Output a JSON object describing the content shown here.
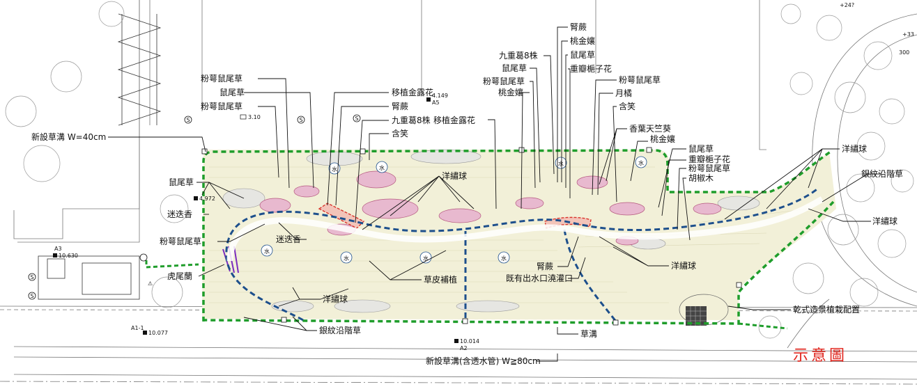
{
  "title_mark": "示意圖",
  "colors": {
    "green_edge": "#1f9d2b",
    "blue_path": "#1d4f8c",
    "lawn": "#f2f0d8",
    "shrub_pink": "#e8b9cf",
    "red_bed": "#d9342b",
    "purple": "#7b2cbf",
    "seal_red": "#e0231b"
  },
  "labels": {
    "l_fenwei1": "粉萼鼠尾草",
    "l_shuwei1": "鼠尾草",
    "l_fenwei2": "粉萼鼠尾草",
    "l_new_ditch": "新設草溝 W=40cm",
    "l_shuwei_left": "鼠尾草",
    "l_midiexiang1": "迷迭香",
    "l_fenwei_left": "粉萼鼠尾草",
    "l_midiexiang2": "迷迭香",
    "l_huweilan": "虎尾蘭",
    "l_caopi": "草皮補植",
    "l_yangxiu_bottom": "洋繡球",
    "l_yinwen_bottom": "銀紋沿階草",
    "l_yizhi1": "移植金露花",
    "l_shenjue_top": "腎蕨",
    "l_jiuchong_left": "九重葛8株",
    "l_yizhi2": "移植金露花",
    "l_hanxiao1": "含笑",
    "l_jiuchong_top": "九重葛8株",
    "l_shuwei_top": "鼠尾草",
    "l_fenwei_top": "粉萼鼠尾草",
    "l_taojinniang_top": "桃金孃",
    "l_shenjue_r": "腎蕨",
    "l_taojinniang_r": "桃金孃",
    "l_shuwei_r": "鼠尾草",
    "l_chongban_r": "重瓣梔子花",
    "l_fenwei_r": "粉萼鼠尾草",
    "l_yueju": "月橘",
    "l_hanxiao2": "含笑",
    "l_yangxiu_mid": "洋繡球",
    "l_xiangye": "香葉天竺葵",
    "l_taojinniang2": "桃金孃",
    "l_shuwei_r2": "鼠尾草",
    "l_chongban2": "重瓣梔子花",
    "l_fenwei_r2": "粉萼鼠尾草",
    "l_hujiaomu": "胡椒木",
    "l_yangxiu_r1": "洋繡球",
    "l_yinwen_r": "銀紋沿階草",
    "l_yangxiu_r2": "洋繡球",
    "l_yangxiu_r3": "洋繡球",
    "l_shenjue_low": "腎蕨",
    "l_outlet": "既有出水口澆灌口",
    "l_dry": "乾式造景植栽配置",
    "l_caogou": "草溝",
    "l_new_ditch2": "新設草溝(含透水管) W≧80cm",
    "water_mark": "水"
  },
  "levels": {
    "a5": "A5",
    "a5_val": "4.149",
    "v_mid": "3.10",
    "v_972": "4.972",
    "a3": "A3",
    "a3_val": "10.630",
    "a1": "A1-1",
    "a1_val": "10.077",
    "a2": "A2",
    "a2_val": "10.014",
    "top_r1": "+24?",
    "top_r2": "+33",
    "top_r3": "300"
  },
  "markers": {
    "s": "S"
  }
}
